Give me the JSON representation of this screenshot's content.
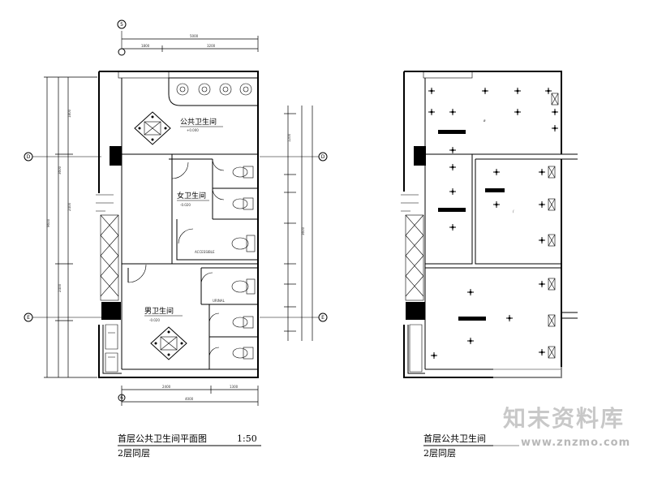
{
  "left_plan": {
    "title": "首层公共卫生间平面图",
    "scale": "1:50",
    "subtitle": "2层同层",
    "rooms": {
      "public_restroom": "公共卫生间",
      "female_restroom": "女卫生间",
      "male_restroom": "男卫生间"
    },
    "grid_axes": {
      "top": "5",
      "left_upper": "D",
      "left_lower": "E",
      "right_upper": "D",
      "right_lower": "E",
      "bottom": "6"
    }
  },
  "right_plan": {
    "title": "首层公共卫生间",
    "subtitle": "2层同层"
  },
  "watermark": {
    "text": "知末资料库",
    "url": "www.znzmo.com"
  }
}
